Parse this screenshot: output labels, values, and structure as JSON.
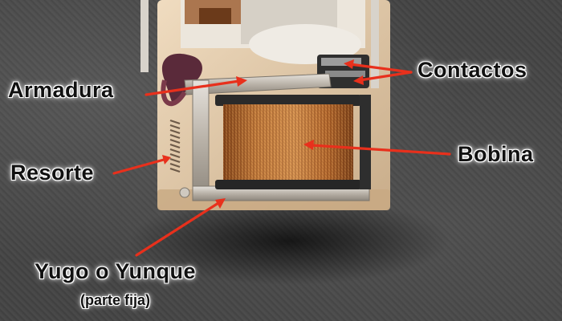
{
  "image": {
    "labels": {
      "armature": "Armadura",
      "contacts": "Contactos",
      "coil": "Bobina",
      "spring": "Resorte",
      "yoke": "Yugo o Yunque",
      "yoke_note": "(parte fija)"
    },
    "colors": {
      "arrow": "#e8301c",
      "copper": "#b8692e",
      "background": "#454545",
      "metal": "#c9c2b8"
    }
  }
}
